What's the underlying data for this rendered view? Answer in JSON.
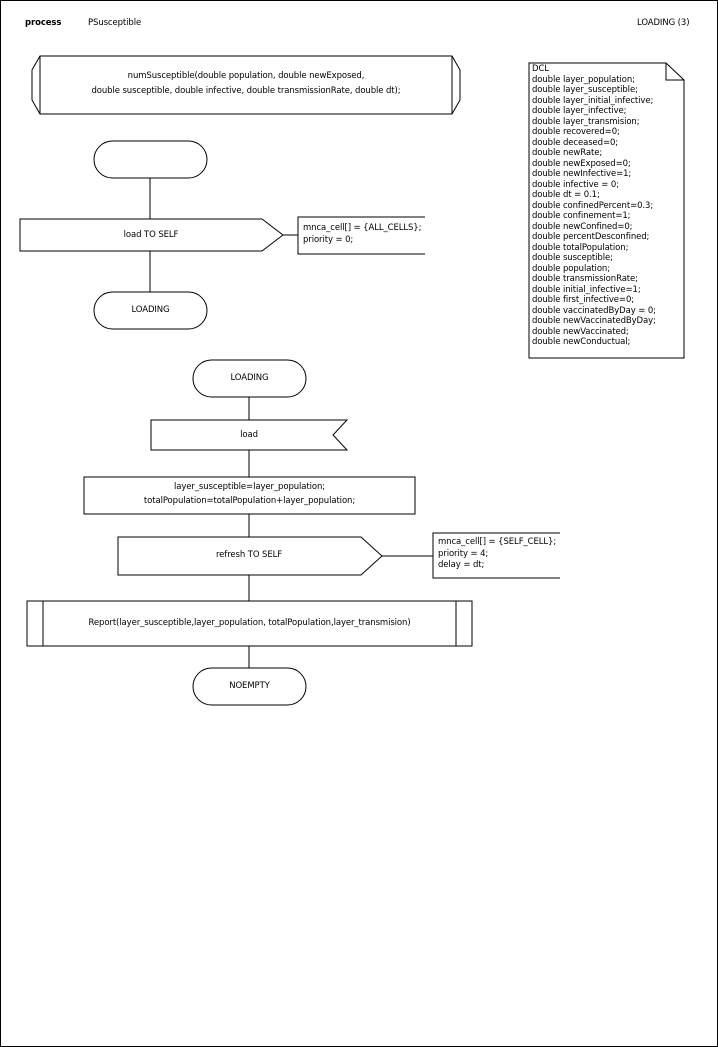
{
  "header": {
    "keyword": "process",
    "name": "PSusceptible",
    "page_label": "LOADING (3)"
  },
  "procedure": {
    "line1": "numSusceptible(double population, double newExposed,",
    "line2": "double susceptible, double infective, double transmissionRate, double dt);"
  },
  "declarations": {
    "title": "DCL",
    "lines": [
      "double layer_population;",
      "double layer_susceptible;",
      "double layer_initial_infective;",
      "double layer_infective;",
      "double layer_transmision;",
      "double recovered=0;",
      "double deceased=0;",
      "double newRate;",
      "double newExposed=0;",
      "double newInfective=1;",
      "double infective = 0;",
      "double dt = 0.1;",
      "double confinedPercent=0.3;",
      "double confinement=1;",
      "double newConfined=0;",
      "double percentDesconfined;",
      "double totalPopulation;",
      "double susceptible;",
      "double population;",
      "double transmissionRate;",
      "double initial_infective=1;",
      "double first_infective=0;",
      "double vaccinatedByDay = 0;",
      "double newVaccinatedByDay;",
      "double newVaccinated;",
      "double newConductual;"
    ]
  },
  "start_flow": {
    "start_label": "",
    "output_label": "load TO SELF",
    "output_note": [
      "mnca_cell[] = {ALL_CELLS};",
      "priority = 0;"
    ],
    "next_state": "LOADING"
  },
  "loading_flow": {
    "state": "LOADING",
    "input_signal": "load",
    "task_line1": "layer_susceptible=layer_population;",
    "task_line2": "totalPopulation=totalPopulation+layer_population;",
    "output_label": "refresh TO SELF",
    "output_note": [
      "mnca_cell[] = {SELF_CELL};",
      "priority = 4;",
      "delay = dt;"
    ],
    "procedure_call": "Report(layer_susceptible,layer_population, totalPopulation,layer_transmision)",
    "next_state": "NOEMPTY"
  }
}
